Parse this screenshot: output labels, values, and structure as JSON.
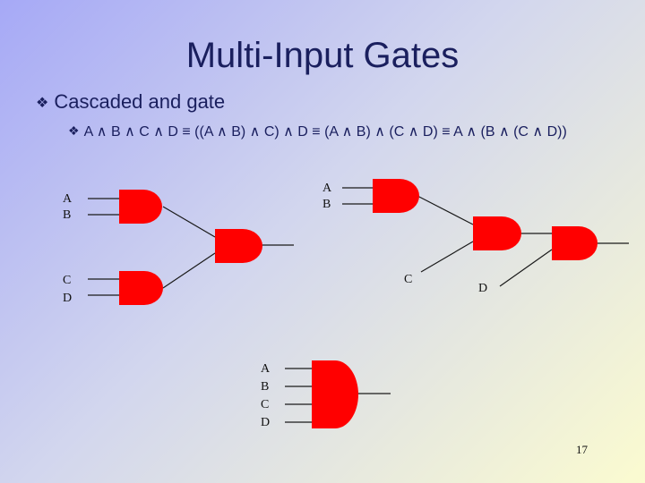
{
  "title": "Multi-Input Gates",
  "bullet1": "Cascaded and gate",
  "bullet2": "A ∧ B ∧ C ∧ D ≡ ((A ∧ B) ∧ C) ∧ D ≡ (A ∧ B) ∧ (C ∧ D) ≡ A ∧ (B ∧ (C ∧ D))",
  "bullet_glyph": "❖",
  "diagram_left": {
    "input_a": "A",
    "input_b": "B",
    "input_c": "C",
    "input_d": "D"
  },
  "diagram_right": {
    "input_a": "A",
    "input_b": "B",
    "input_c": "C",
    "input_d": "D"
  },
  "diagram_single": {
    "input_a": "A",
    "input_b": "B",
    "input_c": "C",
    "input_d": "D"
  },
  "page_number": "17",
  "colors": {
    "gate_fill": "#ff0000",
    "wire": "#1a1a1a",
    "text": "#1a1f5e"
  }
}
